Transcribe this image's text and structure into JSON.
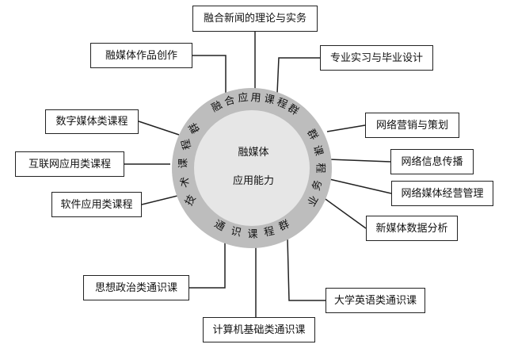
{
  "center": {
    "line1": "融媒体",
    "line2": "应用能力"
  },
  "ring": {
    "top": [
      "融",
      "合",
      "应",
      "用",
      "课",
      "程",
      "群"
    ],
    "left": [
      "技",
      "术",
      "课",
      "程",
      "群"
    ],
    "right": [
      "群",
      "课",
      "程",
      "业",
      "务"
    ],
    "bottom": [
      "通",
      "识",
      "课",
      "程",
      "群"
    ]
  },
  "boxes": {
    "b1": "融合新闻的理论与实务",
    "b2": "融媒体作品创作",
    "b3": "专业实习与毕业设计",
    "b4": "数字媒体类课程",
    "b5": "网络营销与策划",
    "b6": "互联网应用类课程",
    "b7": "网络信息传播",
    "b8": "网络媒体经营管理",
    "b9": "软件应用类课程",
    "b10": "新媒体数据分析",
    "b11": "思想政治类通识课",
    "b12": "大学英语类通识课",
    "b13": "计算机基础类通识课"
  },
  "colors": {
    "ring": "#bdbdbd",
    "inner": "#e6e6e6",
    "line": "#222222"
  }
}
